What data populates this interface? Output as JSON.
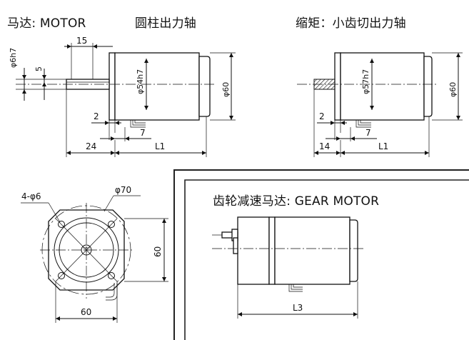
{
  "titles": {
    "motor": "马达: MOTOR",
    "round_shaft": "圆柱出力轴",
    "reduced": "缩矩：小齿切出力轴",
    "gear_motor": "齿轮减速马达: GEAR MOTOR"
  },
  "dims_motor": {
    "shaft_dia": "φ6h7",
    "key": "5",
    "key_len": "15",
    "pilot": "φ54h7",
    "body_dia": "φ60",
    "flange": "2",
    "lead": "7",
    "shaft_len": "24",
    "length": "L1"
  },
  "dims_reduced": {
    "pilot": "φ57h7",
    "body_dia": "φ60",
    "flange": "2",
    "lead": "7",
    "shaft_len": "14",
    "length": "L1"
  },
  "dims_front": {
    "holes": "4-φ6",
    "pcd": "φ70",
    "height": "60",
    "width": "60"
  },
  "dims_gear": {
    "length": "L3"
  }
}
